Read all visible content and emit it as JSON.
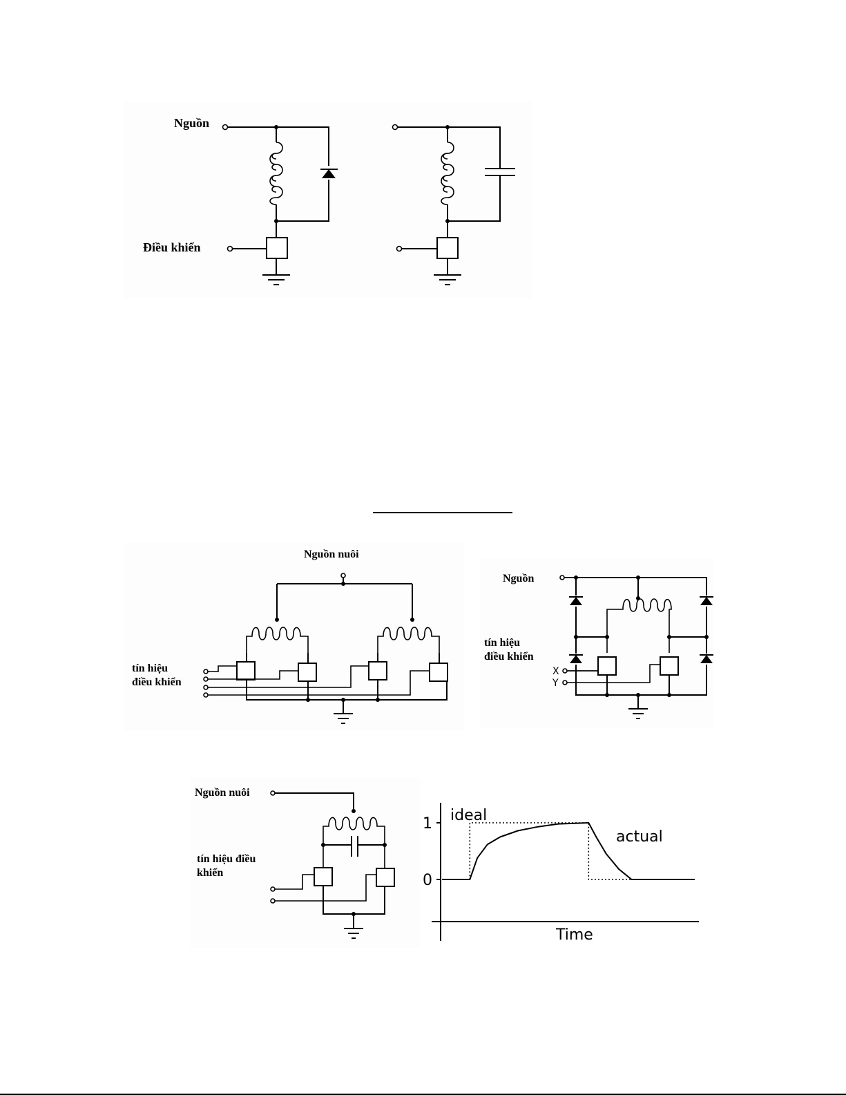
{
  "figure1": {
    "label_power": "Nguồn",
    "label_control": "Điều khiển",
    "left_circuit": "coil-with-flyback-diode",
    "right_circuit": "coil-with-capacitor"
  },
  "figure2": {
    "label_power": "Nguồn nuôi",
    "label_signal_line1": "tín hiệu",
    "label_signal_line2": "điều khiển",
    "coils": 2,
    "switches": 4,
    "inputs": 4
  },
  "figure3": {
    "label_power": "Nguồn",
    "label_signal_line1": "tín hiệu",
    "label_signal_line2": "điều khiển",
    "input_x": "X",
    "input_y": "Y",
    "diodes": 4,
    "switches": 2
  },
  "figure4": {
    "label_power": "Nguồn nuôi",
    "label_signal_line1": "tín hiệu điều",
    "label_signal_line2": "khiển",
    "switches": 2
  },
  "chart_data": {
    "type": "line",
    "title": "",
    "xlabel": "Time",
    "ylabel": "",
    "yticks": [
      "1",
      "0"
    ],
    "ylim": [
      -0.25,
      1.15
    ],
    "xlim": [
      0,
      10
    ],
    "series": [
      {
        "name": "ideal",
        "style": "dotted",
        "x": [
          0,
          1.1,
          1.1,
          5.8,
          5.8,
          7.5,
          10
        ],
        "y": [
          0,
          0,
          1,
          1,
          0,
          0,
          0
        ]
      },
      {
        "name": "actual",
        "style": "solid",
        "x": [
          0,
          1.1,
          1.4,
          1.8,
          2.3,
          3.0,
          3.8,
          4.6,
          5.8,
          6.1,
          6.5,
          7.0,
          7.5,
          10
        ],
        "y": [
          0,
          0,
          0.38,
          0.62,
          0.75,
          0.86,
          0.93,
          0.98,
          1,
          0.75,
          0.45,
          0.18,
          0,
          0
        ]
      }
    ],
    "annotations": [
      "ideal",
      "actual"
    ]
  }
}
